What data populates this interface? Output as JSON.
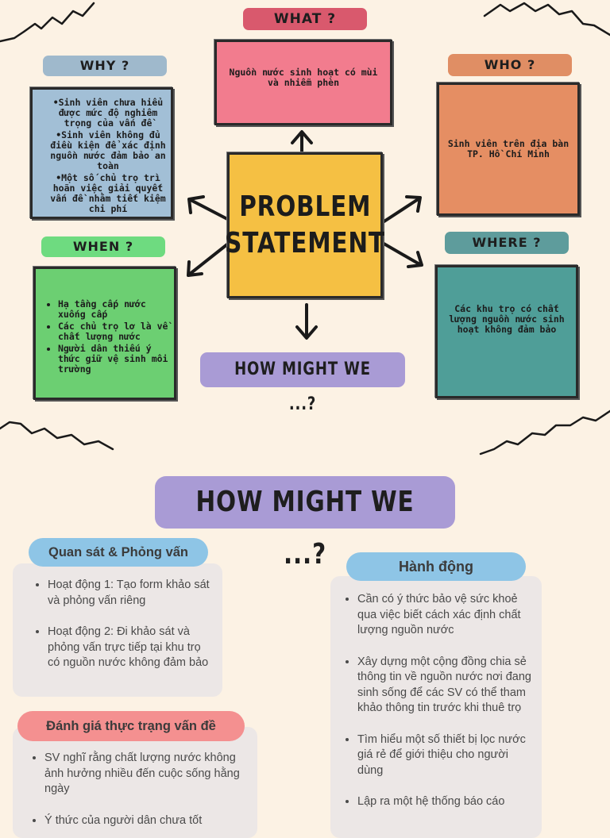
{
  "diagram": {
    "what": {
      "label": "WHAT ?",
      "text": "Nguồn nước sinh hoạt có mùi và nhiễm phèn",
      "tag_color": "#d9596d",
      "card_color": "#f27c8e"
    },
    "why": {
      "label": "WHY ?",
      "tag_color": "#9fb9cc",
      "card_color": "#a2bfd6",
      "items": [
        "•Sinh viên chưa hiểu được mức độ nghiêm trọng của vấn đề",
        "•Sinh viên không đủ điều kiện để xác định nguồn nước đảm bảo an toàn",
        "•Một số chủ trọ trì hoãn việc giải quyết vấn đề nhằm tiết kiệm chi phí"
      ]
    },
    "who": {
      "label": "WHO ?",
      "text": "Sinh viên trên địa bàn TP. Hồ Chí Minh",
      "tag_color": "#e08e64",
      "card_color": "#e58e63"
    },
    "when": {
      "label": "WHEN ?",
      "tag_color": "#6edb80",
      "card_color": "#6ccf72",
      "items": [
        "Hạ tầng cấp nước xuống cấp",
        "Các chủ trọ lơ là về chất lượng nước",
        "Người dân thiếu ý thức giữ vệ sinh môi trường"
      ]
    },
    "where": {
      "label": "WHERE ?",
      "text": "Các khu trọ có chất lượng nguồn nước sinh hoạt không đảm bảo",
      "tag_color": "#5e9c9c",
      "card_color": "#4f9e98"
    },
    "center": {
      "line1": "PROBLEM",
      "line2": "STATEMENT",
      "color": "#f5c043"
    },
    "hmw_small": {
      "label": "HOW MIGHT WE ...?",
      "color": "#a99bd5"
    }
  },
  "section2": {
    "title": "HOW MIGHT WE ...?",
    "title_color": "#a99bd5",
    "observe": {
      "label": "Quan sát & Phỏng vấn",
      "pill_color": "#8ec5e6",
      "items": [
        "Hoạt động 1: Tạo form khảo sát và phỏng vấn riêng",
        "Hoạt động 2: Đi khảo sát và phỏng vấn trực tiếp tại khu trọ  có nguồn nước không đảm bảo"
      ]
    },
    "assess": {
      "label": "Đánh giá thực trạng vấn đề",
      "pill_color": "#f49090",
      "items": [
        "SV nghĩ rằng chất lượng nước không ảnh hưởng nhiều đến cuộc sống hằng ngày",
        "Ý thức của người dân chưa tốt"
      ]
    },
    "action": {
      "label": "Hành động",
      "pill_color": "#8ec5e6",
      "items": [
        "Cần có ý thức bảo vệ sức khoẻ qua việc biết cách xác định chất lượng nguồn nước",
        "Xây dựng một cộng đồng chia sẻ thông tin về nguồn nước nơi đang sinh sống để các SV có thể tham khảo thông tin trước khi thuê trọ",
        "Tìm hiểu một số thiết bị lọc nước giá rẻ để giới thiệu cho người dùng",
        "Lập ra một hệ thống báo cáo"
      ]
    }
  }
}
